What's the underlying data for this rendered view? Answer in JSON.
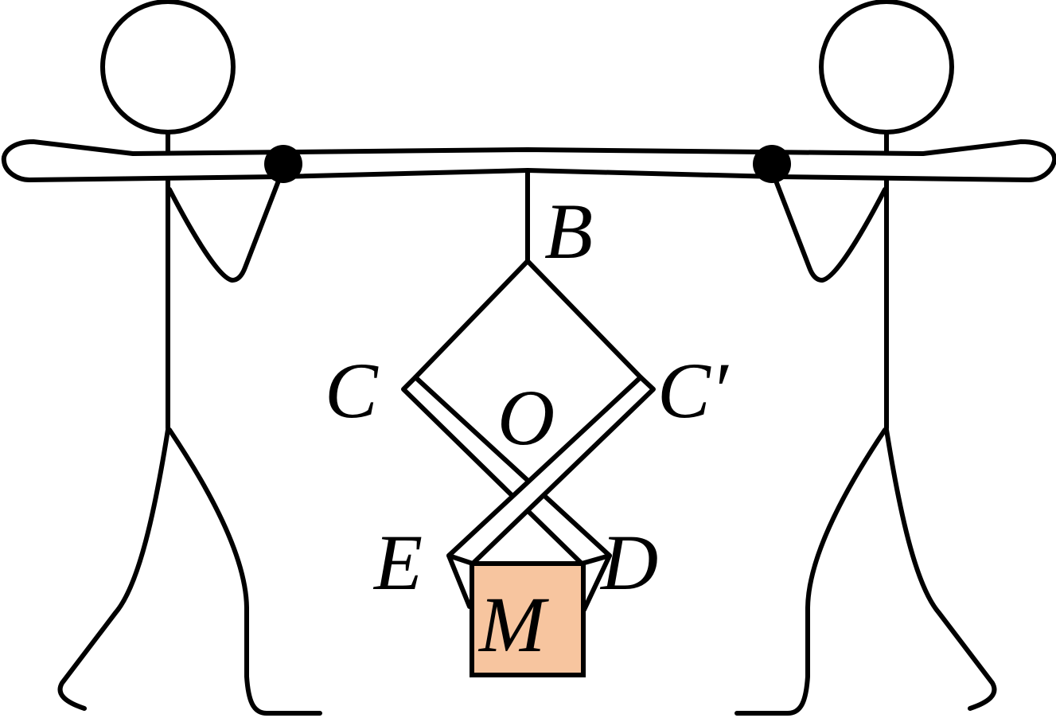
{
  "labels": {
    "B": "B",
    "C": "C",
    "C_prime": "C′",
    "O": "O",
    "E": "E",
    "D": "D",
    "M": "M"
  },
  "colors": {
    "ink": "#000000",
    "mass_fill": "#f7c59f",
    "hand_dot": "#000000",
    "background": "#ffffff"
  }
}
